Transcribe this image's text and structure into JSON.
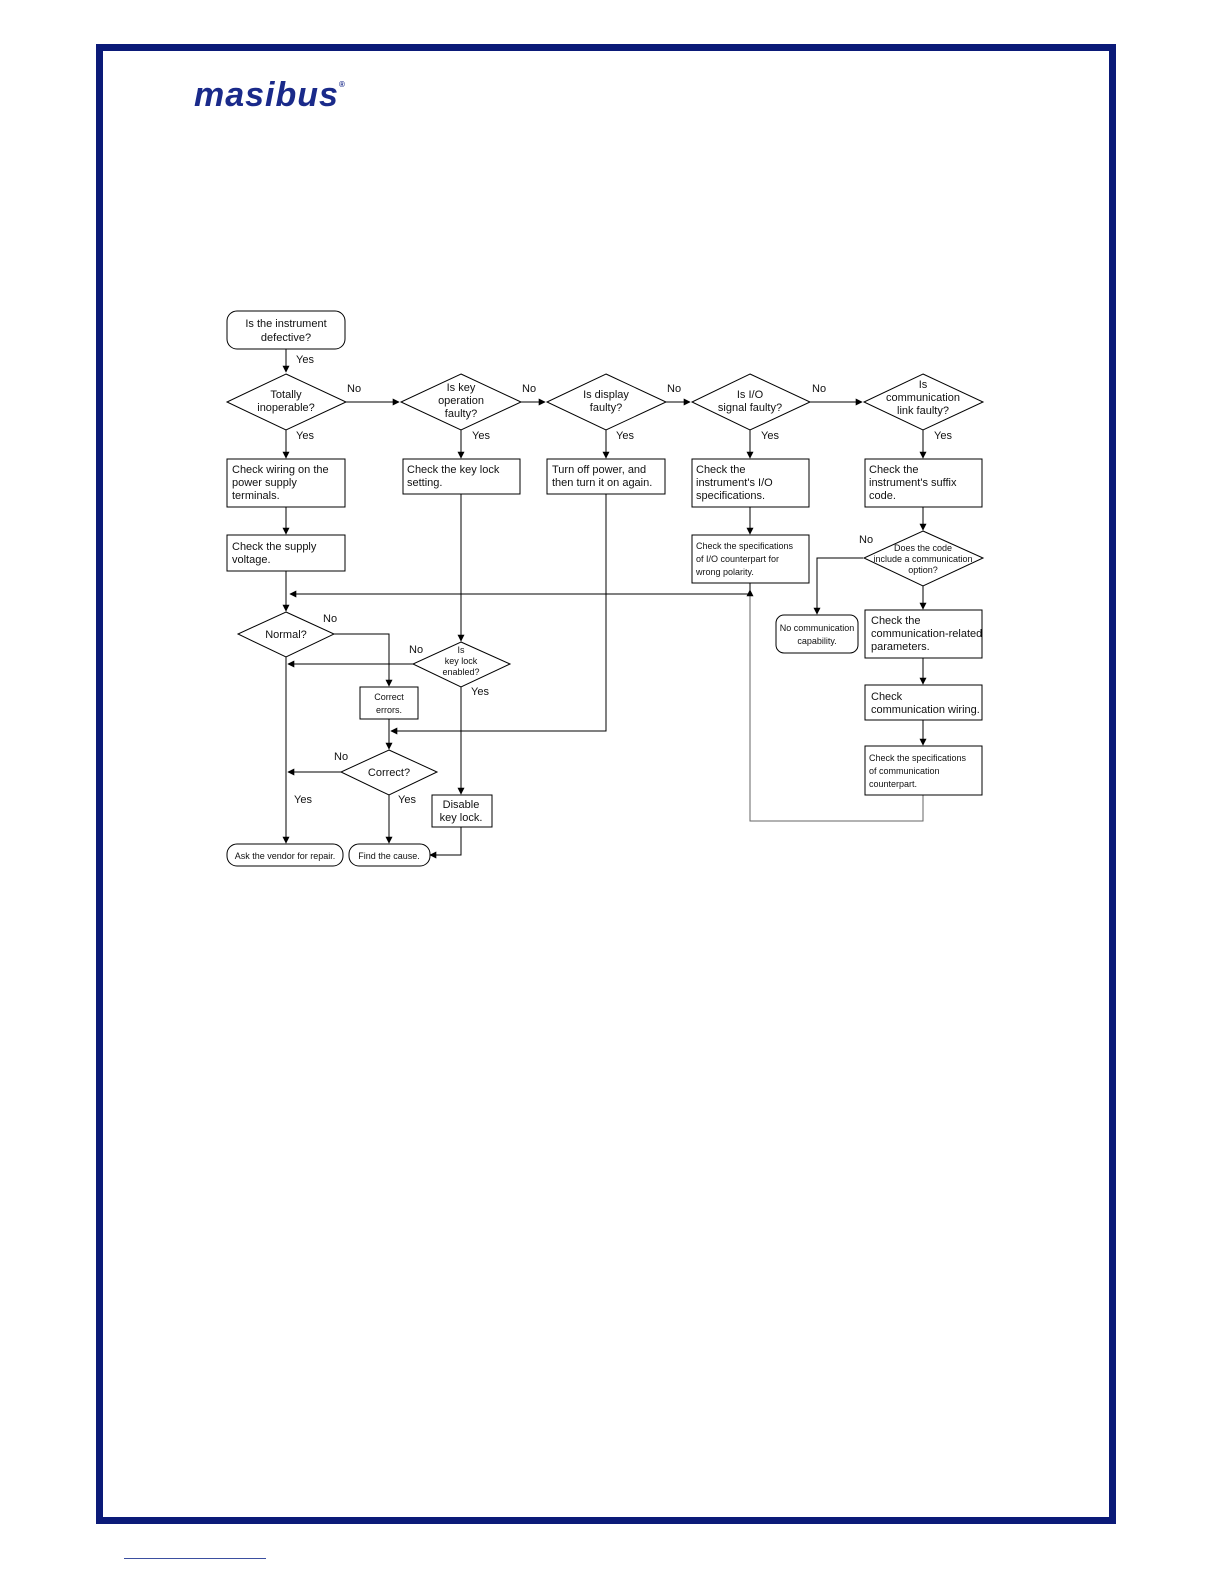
{
  "logo": {
    "name": "masibus",
    "mark": "®"
  },
  "nodes": {
    "start": [
      "Is the instrument",
      "defective?"
    ],
    "totally_inoperable": [
      "Totally",
      "inoperable?"
    ],
    "key_faulty": [
      "Is key",
      "operation",
      "faulty?"
    ],
    "display_faulty": [
      "Is display",
      "faulty?"
    ],
    "io_faulty": [
      "Is I/O",
      "signal faulty?"
    ],
    "comm_faulty": [
      "Is",
      "communication",
      "link faulty?"
    ],
    "check_wiring": [
      "Check wiring on the",
      "power supply",
      "terminals."
    ],
    "check_keylock": [
      "Check the key lock",
      "setting."
    ],
    "turn_off": [
      "Turn off power, and",
      "then turn it on again."
    ],
    "check_io_spec": [
      "Check the",
      "instrument's I/O",
      "specifications."
    ],
    "check_suffix": [
      "Check the",
      "instrument's suffix",
      "code."
    ],
    "check_supply": [
      "Check the supply",
      "voltage."
    ],
    "check_counterpart": [
      "Check the specifications",
      "of I/O counterpart for",
      "wrong polarity."
    ],
    "code_include": [
      "Does the code",
      "include a communication",
      "option?"
    ],
    "normal": [
      "Normal?"
    ],
    "keylock_enabled": [
      "Is",
      "key lock",
      "enabled?"
    ],
    "no_comm": [
      "No communication",
      "capability."
    ],
    "check_comm_params": [
      "Check the",
      "communication-related",
      "parameters."
    ],
    "correct_errors": [
      "Correct",
      "errors."
    ],
    "check_comm_wiring": [
      "Check",
      "communication wiring."
    ],
    "correct": [
      "Correct?"
    ],
    "check_comm_counterpart": [
      "Check the specifications",
      "of communication",
      "counterpart."
    ],
    "disable_keylock": [
      "Disable",
      "key lock."
    ],
    "ask_vendor": [
      "Ask the vendor for repair."
    ],
    "find_cause": [
      "Find the cause."
    ]
  },
  "labels": {
    "yes": "Yes",
    "no": "No"
  }
}
